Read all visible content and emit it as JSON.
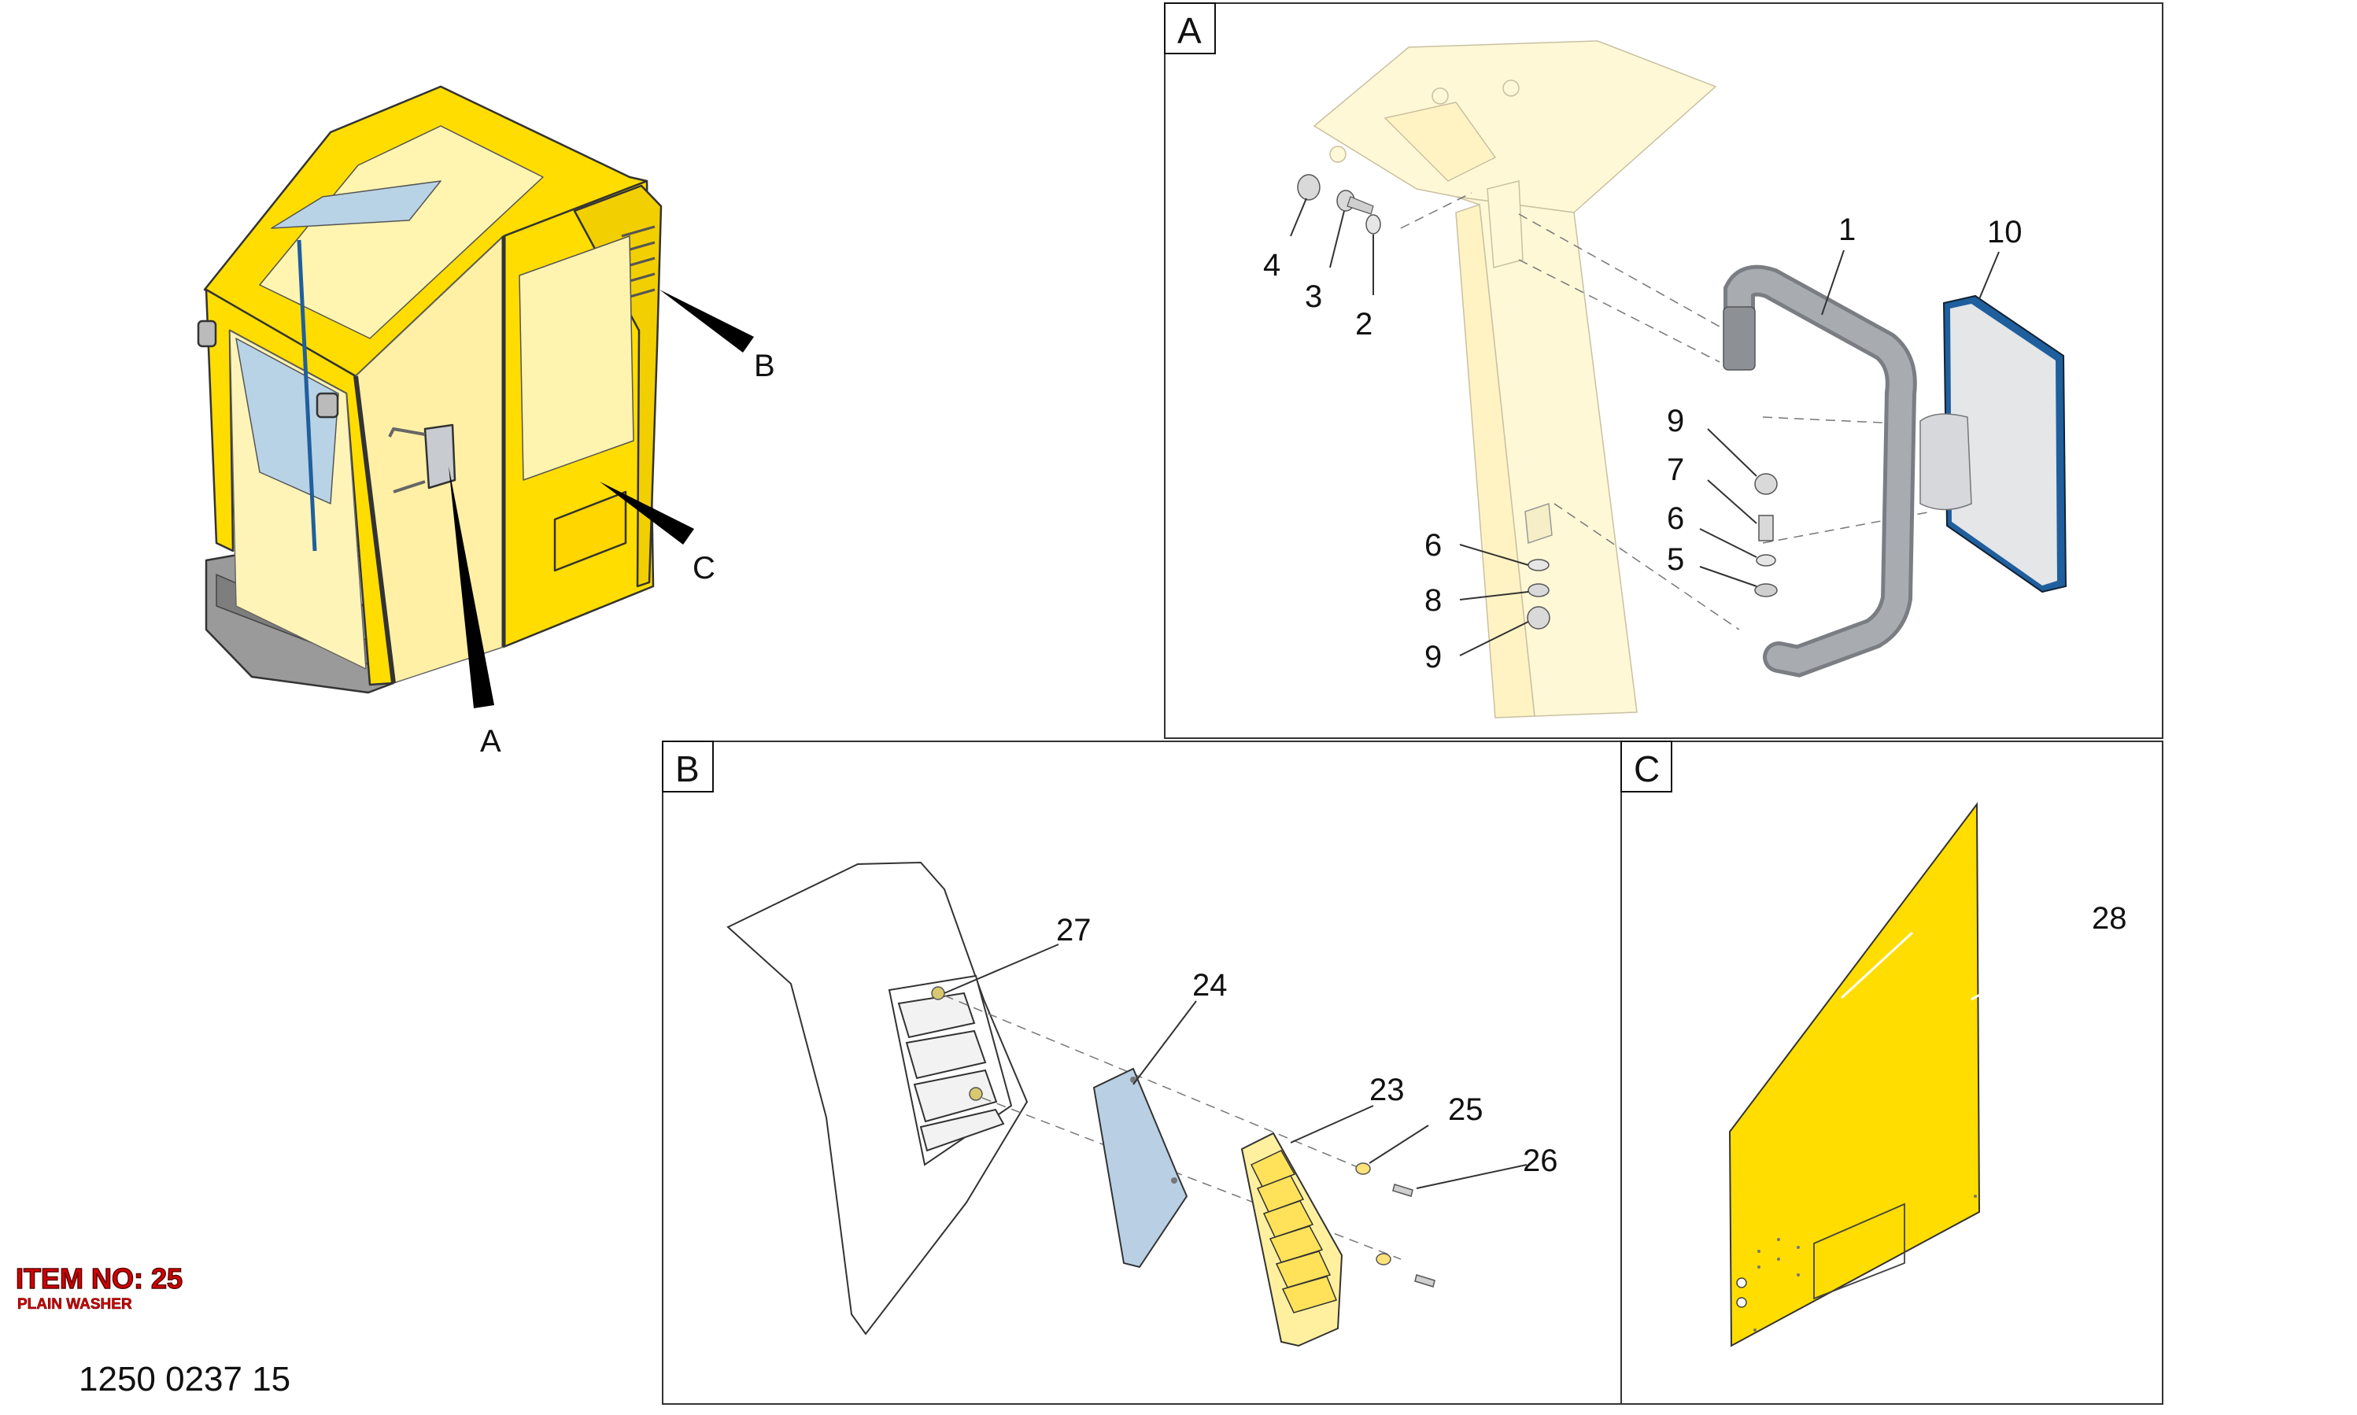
{
  "item": {
    "number_label": "ITEM NO: 25",
    "description": "PLAIN WASHER"
  },
  "document_number": "1250 0237 15",
  "overview_callouts": {
    "a": "A",
    "b": "B",
    "c": "C"
  },
  "panels": {
    "a": {
      "letter": "A",
      "callouts": {
        "p1": "1",
        "p2": "2",
        "p3": "3",
        "p4": "4",
        "p5": "5",
        "p6a": "6",
        "p6b": "6",
        "p7": "7",
        "p8": "8",
        "p9a": "9",
        "p9b": "9",
        "p10": "10"
      }
    },
    "b": {
      "letter": "B",
      "callouts": {
        "p23": "23",
        "p24": "24",
        "p25": "25",
        "p26": "26",
        "p27": "27"
      }
    },
    "c": {
      "letter": "C",
      "callouts": {
        "p28": "28"
      }
    }
  },
  "colors": {
    "cab_yellow": "#ffdd00",
    "cab_outline": "#333333",
    "ghost_frame": "#fff8d6",
    "glass_blue": "#b9d3e6",
    "mirror_edge": "#1f5f9e",
    "mirror_face": "#e4e6e8",
    "handle_grey": "#9a9ea3",
    "item_red": "#d40000"
  }
}
